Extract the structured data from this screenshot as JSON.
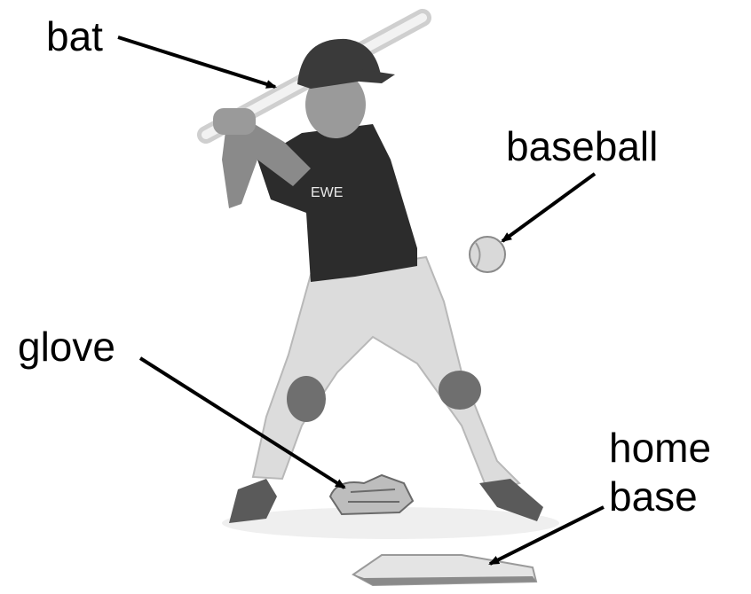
{
  "labels": {
    "bat": "bat",
    "baseball": "baseball",
    "glove": "glove",
    "home_base_line1": "home",
    "home_base_line2": "base"
  },
  "colors": {
    "text": "#000000",
    "arrow": "#000000",
    "shirt": "#2c2c2c",
    "pants": "#d8d8d8",
    "skin": "#8a8a8a",
    "background": "#ffffff"
  }
}
